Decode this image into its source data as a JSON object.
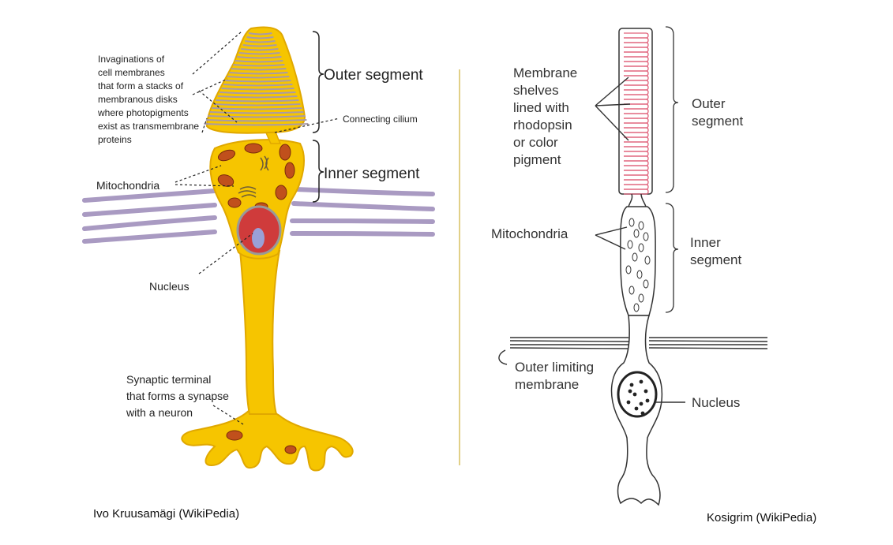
{
  "left_figure": {
    "labels": {
      "invaginations": [
        "Invaginations of",
        "cell membranes",
        "that form a stacks of",
        "membranous disks",
        "where photopigments",
        "exist as transmembrane",
        "proteins"
      ],
      "outer_segment": "Outer segment",
      "connecting_cilium": "Connecting cilium",
      "inner_segment": "Inner segment",
      "mitochondria": "Mitochondria",
      "nucleus": "Nucleus",
      "synaptic_terminal": [
        "Synaptic terminal",
        "that forms a synapse",
        "with a neuron"
      ]
    },
    "credit": "Ivo Kruusamägi (WikiPedia)",
    "colors": {
      "cell_body": "#f6c500",
      "cell_outline": "#e0a800",
      "disks": "#a89aa8",
      "mitochondria": "#c0501c",
      "nucleus": "#cf3b3b",
      "nucleolus": "#9aa0d6",
      "membrane_bands": "#a99ac2"
    }
  },
  "right_figure": {
    "labels": {
      "membrane_shelves": [
        "Membrane",
        "shelves",
        "lined with",
        "rhodopsin",
        "or color",
        "pigment"
      ],
      "outer_segment": [
        "Outer",
        "segment"
      ],
      "mitochondria": "Mitochondria",
      "inner_segment": [
        "Inner",
        "segment"
      ],
      "outer_limiting_membrane": [
        "Outer limiting",
        "membrane"
      ],
      "nucleus": "Nucleus"
    },
    "credit": "Kosigrim (WikiPedia)",
    "colors": {
      "shelves": "#e0607a",
      "ink": "#333333"
    }
  },
  "divider_color": "#d8c060"
}
